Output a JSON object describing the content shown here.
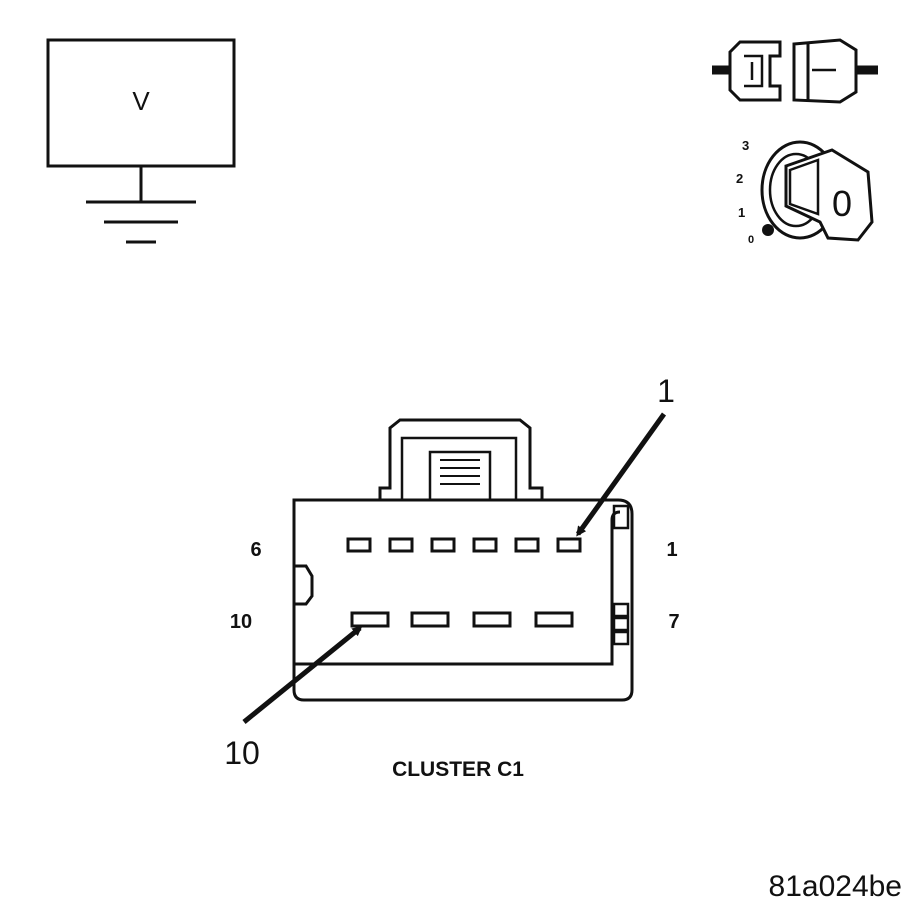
{
  "voltmeter": {
    "symbol": "V"
  },
  "ignition_switch": {
    "positions": [
      "3",
      "2",
      "1",
      "0"
    ],
    "key_symbol": "0"
  },
  "connector": {
    "name": "CLUSTER C1",
    "pin_labels": {
      "top_left": "6",
      "top_right": "1",
      "bottom_left": "10",
      "bottom_right": "7"
    },
    "callouts": {
      "pin_1": "1",
      "pin_10": "10"
    },
    "top_row_pins": 6,
    "bottom_row_pins": 4
  },
  "figure_id": "81a024be",
  "colors": {
    "ink": "#111111",
    "background": "#ffffff"
  }
}
